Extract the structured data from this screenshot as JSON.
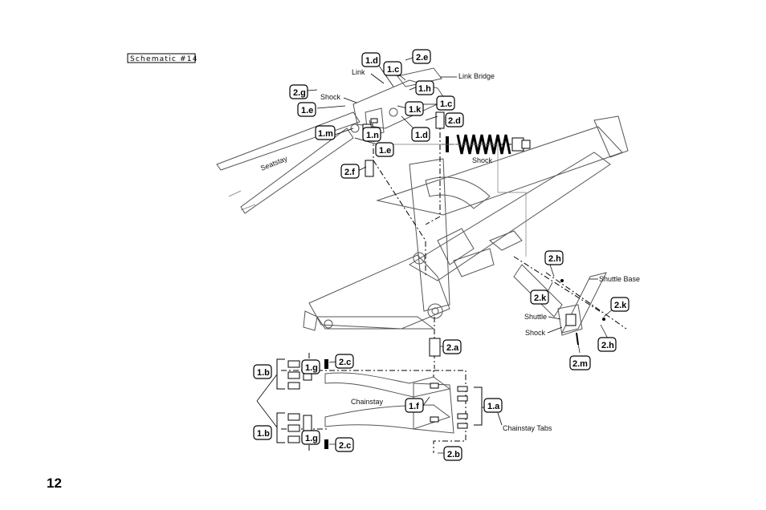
{
  "schematic_title": "Schematic #14",
  "page_number": "12",
  "labels": {
    "link": "Link",
    "link_bridge": "Link Bridge",
    "shock_top": "Shock",
    "seatstay": "Seatstay",
    "shock_main": "Shock",
    "shuttle_base": "Shuttle Base",
    "shuttle": "Shuttle",
    "shock_small": "Shock",
    "chainstay": "Chainstay",
    "chainstay_tabs": "Chainstay Tabs"
  },
  "callouts": {
    "c1d": "1.d",
    "c1c_top": "1.c",
    "c2e": "2.e",
    "c1h": "1.h",
    "c2g": "2.g",
    "c1k": "1.k",
    "c1c": "1.c",
    "c1e_top": "1.e",
    "c2d": "2.d",
    "c1m": "1.m",
    "c1n": "1.n",
    "c1d_low": "1.d",
    "c1e_low": "1.e",
    "c2f": "2.f",
    "c2h_top": "2.h",
    "c2k_left": "2.k",
    "c2k_right": "2.k",
    "c2h_bottom": "2.h",
    "c2m": "2.m",
    "c2a": "2.a",
    "c1b_top": "1.b",
    "c1g_top": "1.g",
    "c2c_top": "2.c",
    "c1f": "1.f",
    "c1a": "1.a",
    "c1b_bottom": "1.b",
    "c1g_bottom": "1.g",
    "c2c_bottom": "2.c",
    "c2b": "2.b"
  }
}
